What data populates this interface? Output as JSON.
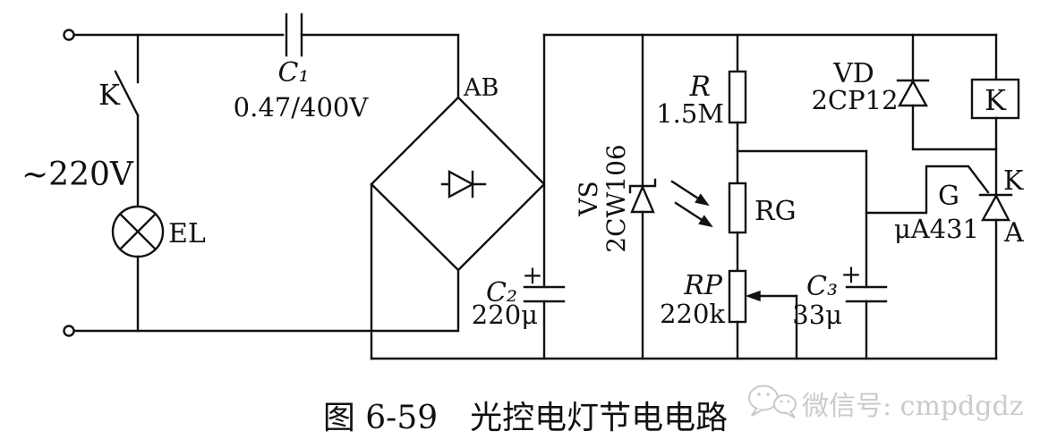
{
  "colors": {
    "line": "#111111",
    "background": "#ffffff",
    "watermark": "#c9c9c9"
  },
  "components": {
    "ac_source": {
      "label": "~220V"
    },
    "switch": {
      "label": "K"
    },
    "lamp": {
      "label": "EL"
    },
    "c1": {
      "name": "C₁",
      "value": "0.47/400V"
    },
    "bridge": {
      "label": "AB"
    },
    "c2": {
      "name": "C₂",
      "value": "220μ",
      "polarity": "+"
    },
    "zener": {
      "name": "VS",
      "value": "2CW106"
    },
    "r": {
      "name": "R",
      "value": "1.5M"
    },
    "photoresistor": {
      "name": "RG"
    },
    "rp": {
      "name": "RP",
      "value": "220k"
    },
    "c3": {
      "name": "C₃",
      "value": "33μ",
      "polarity": "+"
    },
    "vd": {
      "name": "VD",
      "value": "2CP12"
    },
    "relay": {
      "label": "K"
    },
    "regulator": {
      "gate": "G",
      "name": "μA431",
      "cathode": "K",
      "anode": "A"
    }
  },
  "caption": "图 6-59　光控电灯节电电路",
  "watermark": {
    "text": "微信号: cmpdgdz"
  }
}
